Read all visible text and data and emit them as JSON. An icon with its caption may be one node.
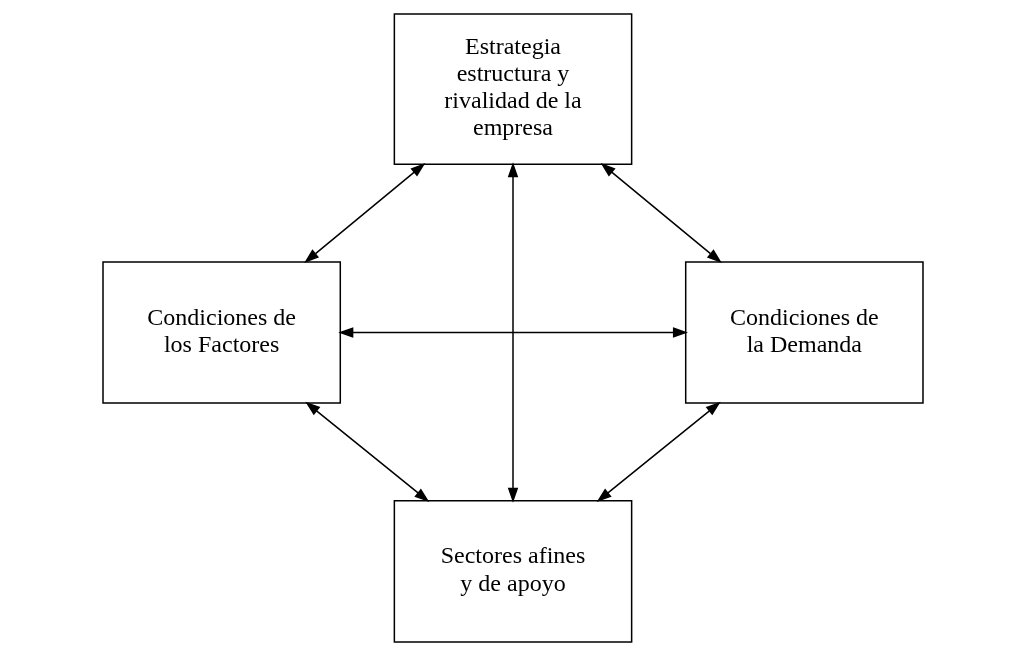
{
  "diagram": {
    "nodes": [
      {
        "text": [
          "Estrategia estructura y rivalidad de la empresa"
        ]
      },
      {
        "text": [
          "Condiciones de los Factores"
        ]
      },
      {
        "text": [
          "Condiciones de la Demanda"
        ]
      },
      {
        "text": [
          "Sectores afines y de apoyo"
        ]
      }
    ],
    "edges": [
      {
        "from": 0,
        "to": 1,
        "arrow": "both"
      },
      {
        "from": 0,
        "to": 2,
        "arrow": "both"
      },
      {
        "from": 1,
        "to": 2,
        "arrow": "both"
      },
      {
        "from": 0,
        "to": 3,
        "arrow": "both"
      },
      {
        "from": 1,
        "to": 3,
        "arrow": "both"
      },
      {
        "from": 2,
        "to": 3,
        "arrow": "both"
      }
    ]
  }
}
